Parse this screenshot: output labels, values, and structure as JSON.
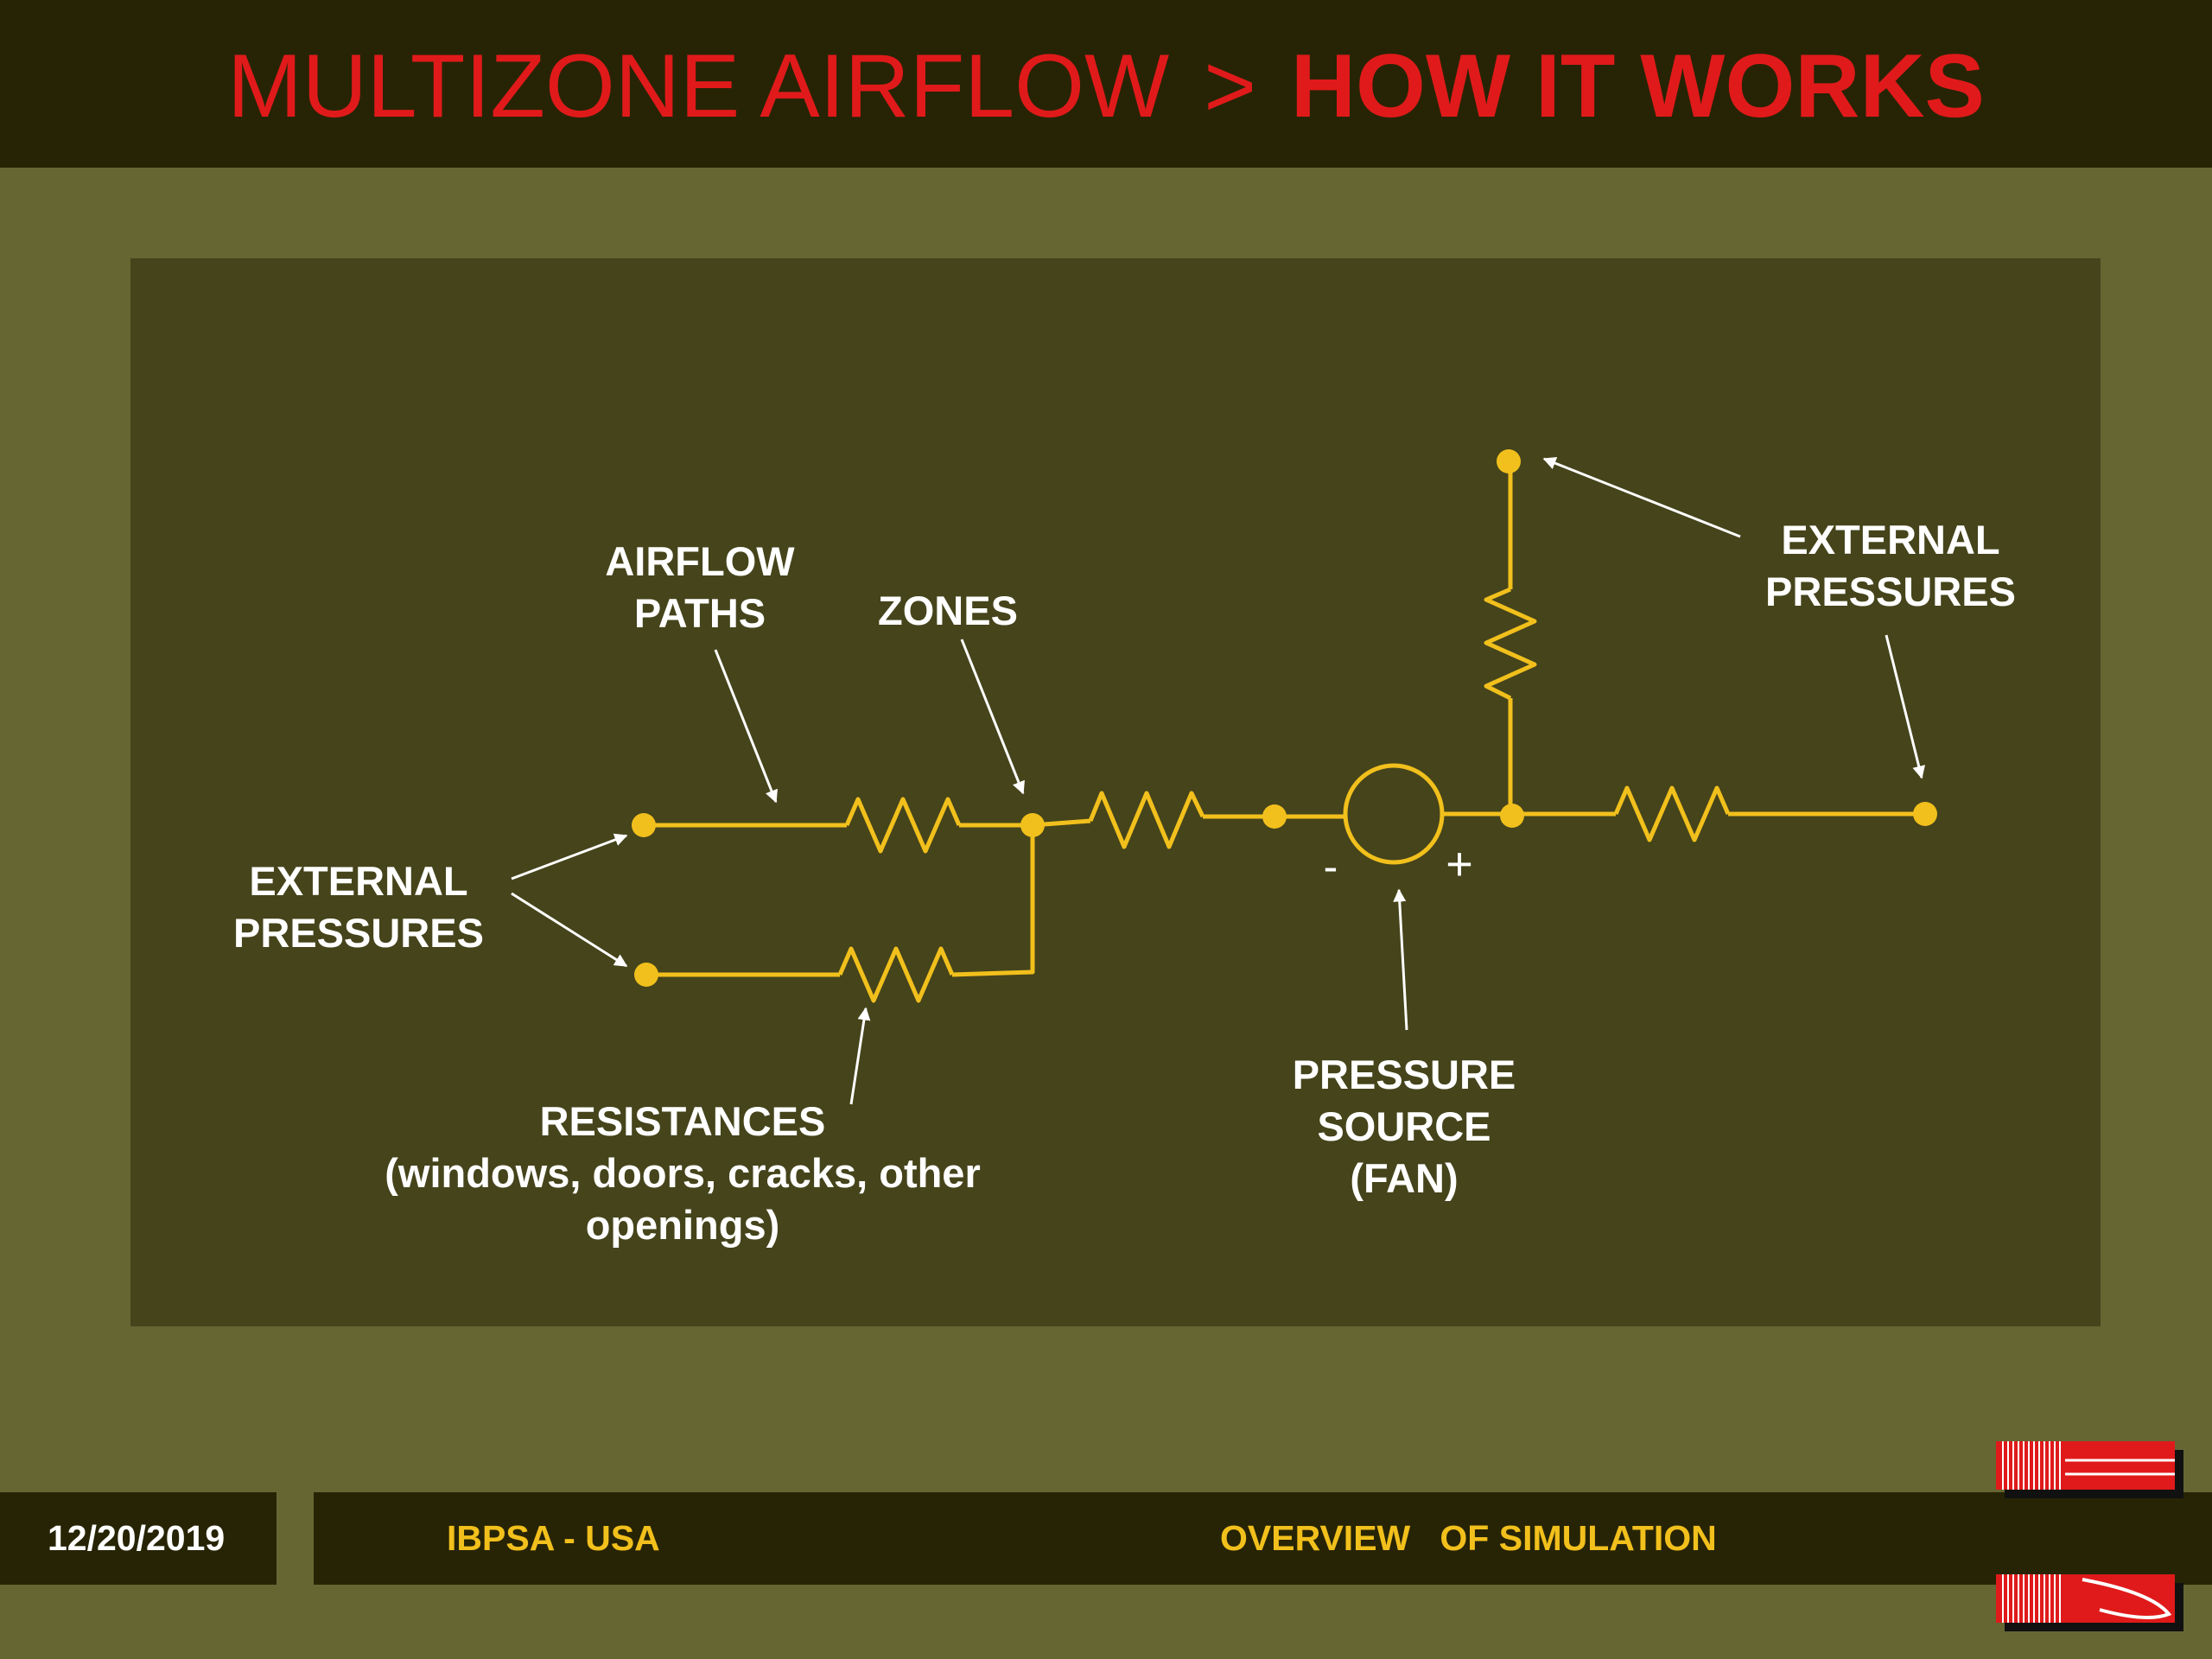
{
  "header": {
    "section": "MULTIZONE AIRFLOW",
    "separator": ">",
    "topic": "HOW IT WORKS"
  },
  "diagram": {
    "labels": {
      "external_pressures_left": [
        "EXTERNAL",
        "PRESSURES"
      ],
      "airflow_paths": [
        "AIRFLOW",
        "PATHS"
      ],
      "zones": "ZONES",
      "external_pressures_right": [
        "EXTERNAL",
        "PRESSURES"
      ],
      "resistances": [
        "RESISTANCES",
        "(windows, doors, cracks, other",
        "openings)"
      ],
      "pressure_source": [
        "PRESSURE",
        "SOURCE",
        "(FAN)"
      ],
      "fan_minus": "-",
      "fan_plus": "+"
    }
  },
  "footer": {
    "date": "12/20/2019",
    "org": "IBPSA - USA",
    "title": "OVERVIEW   OF SIMULATION"
  },
  "colors": {
    "header_bg": "#272405",
    "page_bg": "#666633",
    "panel_bg": "#45441b",
    "title": "#e01a1a",
    "circuit": "#f2c01c",
    "label": "#ffffff",
    "footer_text": "#f2c01c"
  }
}
